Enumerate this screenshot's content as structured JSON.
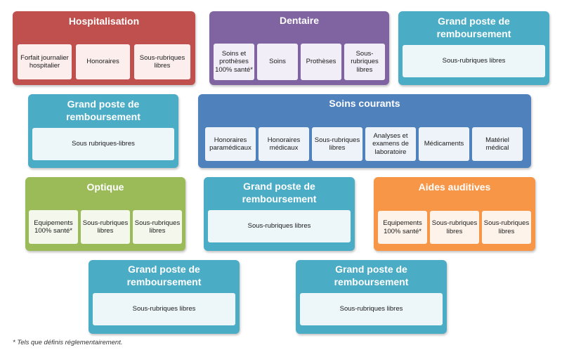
{
  "colors": {
    "hospitalisation": "#c0504d",
    "dentaire": "#8064a2",
    "grand_poste": "#4bacc6",
    "soins_courants": "#4f81bd",
    "optique": "#9bbb59",
    "aides_auditives": "#f79646"
  },
  "hospitalisation": {
    "title": "Hospitalisation",
    "items": [
      "Forfait journalier hospitalier",
      "Honoraires",
      "Sous-rubriques libres"
    ]
  },
  "dentaire": {
    "title": "Dentaire",
    "items": [
      "Soins et prothèses 100% santé*",
      "Soins",
      "Prothèses",
      "Sous-rubriques libres"
    ]
  },
  "grand_poste_1": {
    "title": "Grand poste de remboursement",
    "items": [
      "Sous-rubriques libres"
    ]
  },
  "grand_poste_2": {
    "title": "Grand poste de remboursement",
    "items": [
      "Sous rubriques-libres"
    ]
  },
  "soins_courants": {
    "title": "Soins courants",
    "items": [
      "Honoraires paramédicaux",
      "Honoraires médicaux",
      "Sous-rubriques libres",
      "Analyses et examens de laboratoire",
      "Médicaments",
      "Matériel médical"
    ]
  },
  "optique": {
    "title": "Optique",
    "items": [
      "Equipements 100% santé*",
      "Sous-rubriques libres",
      "Sous-rubriques libres"
    ]
  },
  "grand_poste_3": {
    "title": "Grand poste de remboursement",
    "items": [
      "Sous-rubriques libres"
    ]
  },
  "aides_auditives": {
    "title": "Aides auditives",
    "items": [
      "Equipements 100% santé*",
      "Sous-rubriques libres",
      "Sous-rubriques libres"
    ]
  },
  "grand_poste_4": {
    "title": "Grand poste de remboursement",
    "items": [
      "Sous-rubriques libres"
    ]
  },
  "grand_poste_5": {
    "title": "Grand poste de remboursement",
    "items": [
      "Sous-rubriques libres"
    ]
  },
  "footnote": "* Tels que définis réglementairement."
}
